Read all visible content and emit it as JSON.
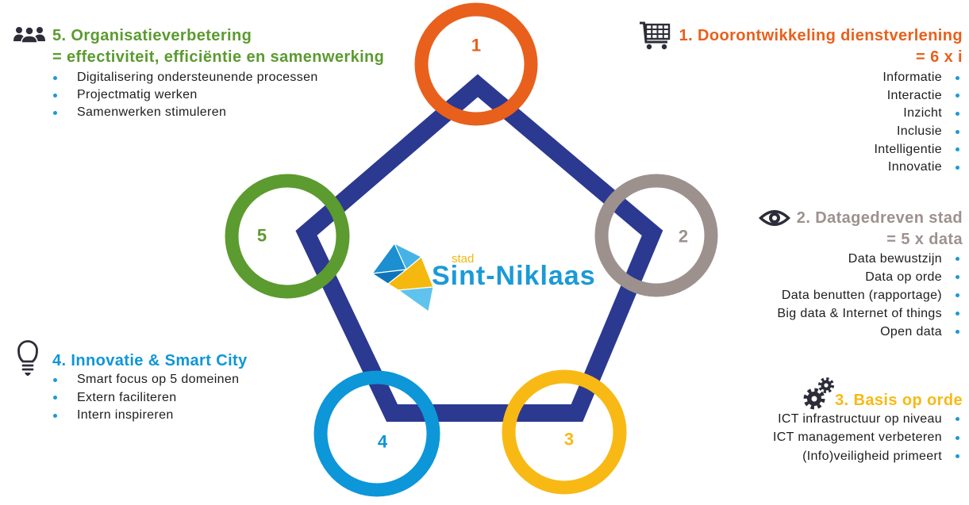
{
  "colors": {
    "pentagon": "#2b3990",
    "orange": "#e8601c",
    "grey": "#9d918e",
    "yellow": "#f8b914",
    "blue": "#0d96d8",
    "green": "#5b9b2f",
    "text": "#1d1d1b",
    "bullet": "#1b9ad7",
    "icon": "#2d2d39",
    "logo_blue": "#1b9ad7",
    "logo_yellow": "#f5b80f"
  },
  "logo": {
    "icon": "sint-niklaas-logo-mark",
    "prefix": "stad",
    "name": "Sint-Niklaas"
  },
  "circles": [
    {
      "label": "1"
    },
    {
      "label": "2"
    },
    {
      "label": "3"
    },
    {
      "label": "4"
    },
    {
      "label": "5"
    }
  ],
  "sections": {
    "organisatieverbetering": {
      "icon": "people-group-icon",
      "title": "5. Organisatieverbetering",
      "subtitle": "= effectiviteit, efficiëntie en samenwerking",
      "items": [
        "Digitalisering ondersteunende processen",
        "Projectmatig werken",
        "Samenwerken stimuleren"
      ]
    },
    "dienstverlening": {
      "icon": "shopping-cart-icon",
      "title": "1. Doorontwikkeling dienstverlening",
      "subtitle": "= 6 x i",
      "items": [
        "Informatie",
        "Interactie",
        "Inzicht",
        "Inclusie",
        "Intelligentie",
        "Innovatie"
      ]
    },
    "datagedreven": {
      "icon": "eye-icon",
      "title": "2. Datagedreven stad",
      "subtitle": "= 5 x data",
      "items": [
        "Data bewustzijn",
        "Data op orde",
        "Data benutten (rapportage)",
        "Big data & Internet of things",
        "Open data"
      ]
    },
    "basis": {
      "icon": "gears-icon",
      "title": "3. Basis op orde",
      "items": [
        "ICT infrastructuur op niveau",
        "ICT management verbeteren",
        "(Info)veiligheid primeert"
      ]
    },
    "innovatie": {
      "icon": "lightbulb-icon",
      "title": "4. Innovatie & Smart City",
      "items": [
        "Smart focus op 5 domeinen",
        "Extern faciliteren",
        "Intern inspireren"
      ]
    }
  }
}
